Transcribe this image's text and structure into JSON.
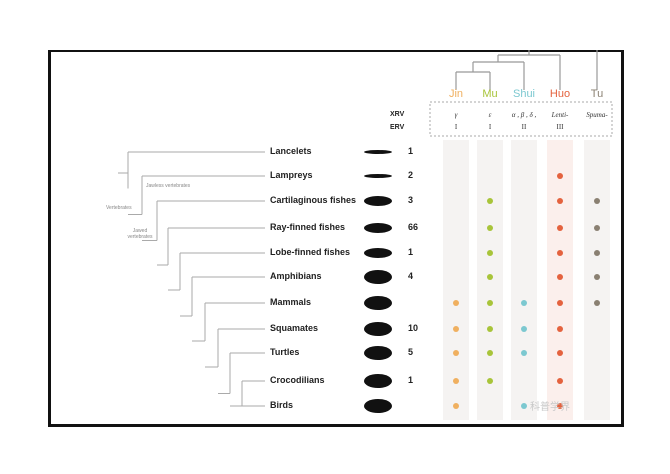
{
  "columns": [
    {
      "name": "Jin",
      "color": "#f0b060",
      "xrv": "γ",
      "erv": "I"
    },
    {
      "name": "Mu",
      "color": "#a8c43a",
      "xrv": "ε",
      "erv": "I"
    },
    {
      "name": "Shui",
      "color": "#7cc8d0",
      "xrv": "α , β , δ ,",
      "erv": "II"
    },
    {
      "name": "Huo",
      "color": "#e4623e",
      "xrv": "Lenti-",
      "erv": "III"
    },
    {
      "name": "Tu",
      "color": "#8a8072",
      "xrv": "Spuma-",
      "erv": ""
    }
  ],
  "row_labels": {
    "xrv": "XRV",
    "erv": "ERV"
  },
  "clade_labels": {
    "vertebrates": "Vertebrates",
    "jawless": "Jawless vertebrates",
    "jawed": "Jawed vertebrates"
  },
  "taxa": [
    {
      "name": "Lancelets",
      "count": "1",
      "present": [
        0,
        0,
        0,
        0,
        0
      ]
    },
    {
      "name": "Lampreys",
      "count": "2",
      "present": [
        0,
        0,
        0,
        1,
        0
      ]
    },
    {
      "name": "Cartilaginous fishes",
      "count": "3",
      "present": [
        0,
        1,
        0,
        1,
        1
      ]
    },
    {
      "name": "Ray-finned fishes",
      "count": "66",
      "present": [
        0,
        1,
        0,
        1,
        1
      ]
    },
    {
      "name": "Lobe-finned fishes",
      "count": "1",
      "present": [
        0,
        1,
        0,
        1,
        1
      ]
    },
    {
      "name": "Amphibians",
      "count": "4",
      "present": [
        0,
        1,
        0,
        1,
        1
      ]
    },
    {
      "name": "Mammals",
      "count": "",
      "present": [
        1,
        1,
        1,
        1,
        1
      ]
    },
    {
      "name": "Squamates",
      "count": "10",
      "present": [
        1,
        1,
        1,
        1,
        0
      ]
    },
    {
      "name": "Turtles",
      "count": "5",
      "present": [
        1,
        1,
        1,
        1,
        0
      ]
    },
    {
      "name": "Crocodilians",
      "count": "1",
      "present": [
        1,
        1,
        0,
        1,
        0
      ]
    },
    {
      "name": "Birds",
      "count": "",
      "present": [
        1,
        0,
        1,
        1,
        0
      ]
    }
  ],
  "watermark": "科普学界"
}
